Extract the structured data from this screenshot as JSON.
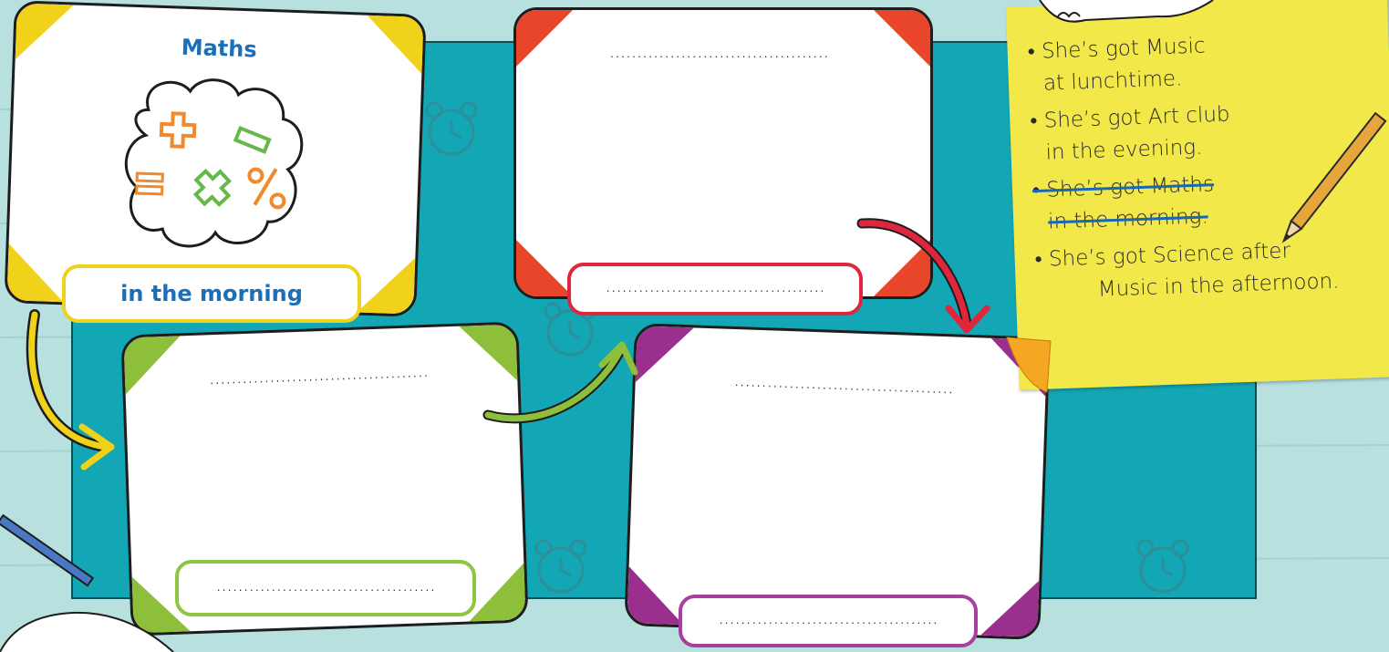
{
  "panels": {
    "yellow": {
      "subject": "Maths",
      "time": "in the morning",
      "color": "#f1d21a",
      "icons": [
        "plus-sign-icon",
        "minus-sign-icon",
        "multiply-sign-icon",
        "equals-sign-icon",
        "percent-sign-icon"
      ]
    },
    "red": {
      "subject": "........................................",
      "time": "........................................",
      "color": "#e8452a"
    },
    "green": {
      "subject": "........................................",
      "time": "........................................",
      "color": "#8dbf3a"
    },
    "purple": {
      "subject": "........................................",
      "time": "........................................",
      "color": "#9a2f8e"
    }
  },
  "note": {
    "lines": [
      "• She’s got Music",
      "at lunchtime.",
      "• She’s got Art club",
      "in the evening.",
      "• She’s got Maths",
      "in the morning.",
      "• She’s got Science after",
      "Music in the afternoon."
    ]
  },
  "colors": {
    "board": "#13a6b4",
    "background": "#b7e0df",
    "note": "#f2e84a"
  }
}
